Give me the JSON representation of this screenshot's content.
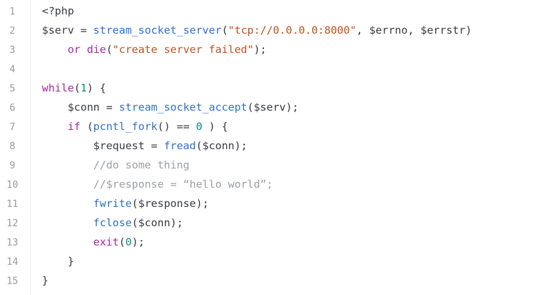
{
  "editor": {
    "colors": {
      "keyword": "#a626a4",
      "function": "#2f6fcf",
      "string": "#c1521c",
      "number": "#0f8a8a",
      "comment": "#9ca0a4",
      "text": "#383a42",
      "line_number": "#9a9a9a"
    },
    "lines": [
      {
        "n": "1",
        "indent": "",
        "tokens": [
          {
            "t": "<?php",
            "c": "tag"
          }
        ]
      },
      {
        "n": "2",
        "indent": "",
        "tokens": [
          {
            "t": "$serv",
            "c": "var"
          },
          {
            "t": " = ",
            "c": "op"
          },
          {
            "t": "stream_socket_server",
            "c": "fn"
          },
          {
            "t": "(",
            "c": "op"
          },
          {
            "t": "\"tcp://0.0.0.0:8000\"",
            "c": "str"
          },
          {
            "t": ", ",
            "c": "op"
          },
          {
            "t": "$errno",
            "c": "var"
          },
          {
            "t": ", ",
            "c": "op"
          },
          {
            "t": "$errstr",
            "c": "var"
          },
          {
            "t": ")",
            "c": "op"
          }
        ]
      },
      {
        "n": "3",
        "indent": "    ",
        "tokens": [
          {
            "t": "or ",
            "c": "kw"
          },
          {
            "t": "die",
            "c": "kw"
          },
          {
            "t": "(",
            "c": "op"
          },
          {
            "t": "\"create server failed\"",
            "c": "str"
          },
          {
            "t": ");",
            "c": "op"
          }
        ]
      },
      {
        "n": "4",
        "indent": "",
        "tokens": []
      },
      {
        "n": "5",
        "indent": "",
        "tokens": [
          {
            "t": "while",
            "c": "kw"
          },
          {
            "t": "(",
            "c": "op"
          },
          {
            "t": "1",
            "c": "num"
          },
          {
            "t": ") {",
            "c": "op"
          }
        ]
      },
      {
        "n": "6",
        "indent": "    ",
        "tokens": [
          {
            "t": "$conn",
            "c": "var"
          },
          {
            "t": " = ",
            "c": "op"
          },
          {
            "t": "stream_socket_accept",
            "c": "fn"
          },
          {
            "t": "(",
            "c": "op"
          },
          {
            "t": "$serv",
            "c": "var"
          },
          {
            "t": ");",
            "c": "op"
          }
        ]
      },
      {
        "n": "7",
        "indent": "    ",
        "tokens": [
          {
            "t": "if",
            "c": "kw"
          },
          {
            "t": " (",
            "c": "op"
          },
          {
            "t": "pcntl_fork",
            "c": "fn"
          },
          {
            "t": "() == ",
            "c": "op"
          },
          {
            "t": "0",
            "c": "num"
          },
          {
            "t": " ) {",
            "c": "op"
          }
        ]
      },
      {
        "n": "8",
        "indent": "        ",
        "tokens": [
          {
            "t": "$request",
            "c": "var"
          },
          {
            "t": " = ",
            "c": "op"
          },
          {
            "t": "fread",
            "c": "fn"
          },
          {
            "t": "(",
            "c": "op"
          },
          {
            "t": "$conn",
            "c": "var"
          },
          {
            "t": ");",
            "c": "op"
          }
        ]
      },
      {
        "n": "9",
        "indent": "        ",
        "tokens": [
          {
            "t": "//do some thing",
            "c": "cm"
          }
        ]
      },
      {
        "n": "10",
        "indent": "        ",
        "tokens": [
          {
            "t": "//$response = “hello world”;",
            "c": "cm"
          }
        ]
      },
      {
        "n": "11",
        "indent": "        ",
        "tokens": [
          {
            "t": "fwrite",
            "c": "fn"
          },
          {
            "t": "(",
            "c": "op"
          },
          {
            "t": "$response",
            "c": "var"
          },
          {
            "t": ");",
            "c": "op"
          }
        ]
      },
      {
        "n": "12",
        "indent": "        ",
        "tokens": [
          {
            "t": "fclose",
            "c": "fn"
          },
          {
            "t": "(",
            "c": "op"
          },
          {
            "t": "$conn",
            "c": "var"
          },
          {
            "t": ");",
            "c": "op"
          }
        ]
      },
      {
        "n": "13",
        "indent": "        ",
        "tokens": [
          {
            "t": "exit",
            "c": "kw"
          },
          {
            "t": "(",
            "c": "op"
          },
          {
            "t": "0",
            "c": "num"
          },
          {
            "t": ");",
            "c": "op"
          }
        ]
      },
      {
        "n": "14",
        "indent": "    ",
        "tokens": [
          {
            "t": "}",
            "c": "op"
          }
        ]
      },
      {
        "n": "15",
        "indent": "",
        "tokens": [
          {
            "t": "}",
            "c": "op"
          }
        ]
      }
    ]
  }
}
